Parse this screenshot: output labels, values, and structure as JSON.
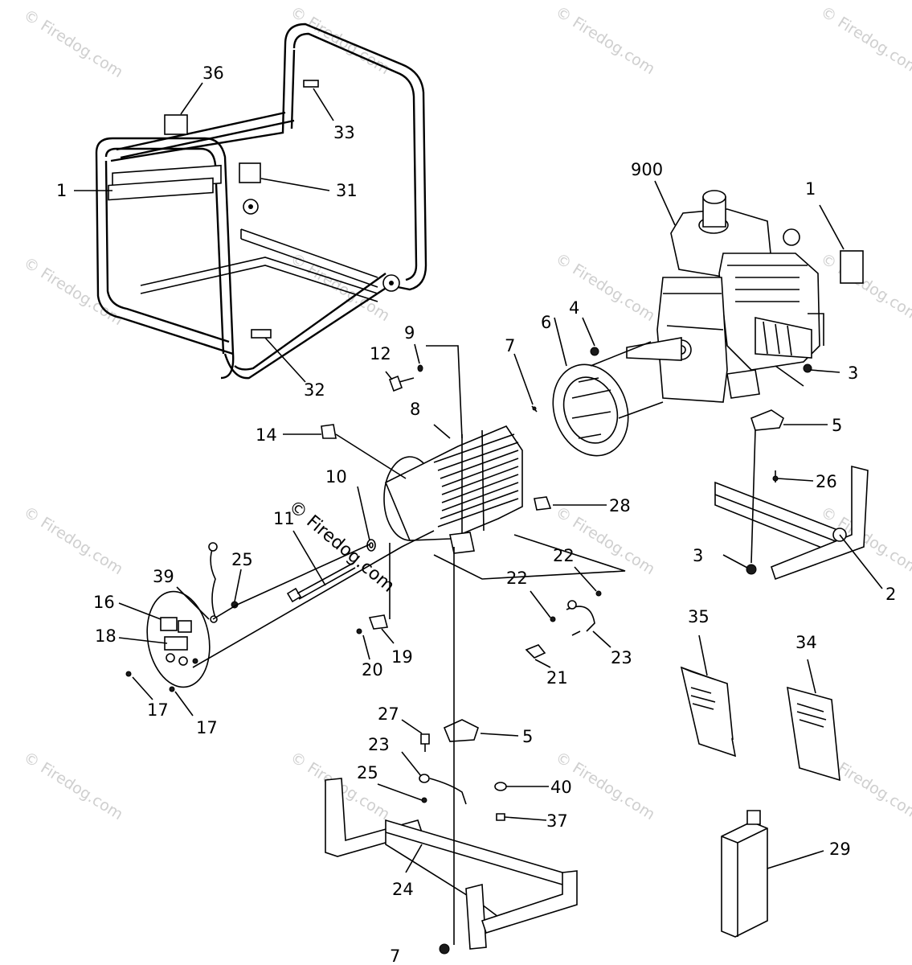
{
  "watermark": "© Firedog.com",
  "center_watermark": "© Firedog.com",
  "callouts": {
    "c36": "36",
    "c33": "33",
    "c1a": "1",
    "c31": "31",
    "c32": "32",
    "c900": "900",
    "c1b": "1",
    "c3a": "3",
    "c5a": "5",
    "c26": "26",
    "c3b": "3",
    "c2": "2",
    "c4": "4",
    "c6": "6",
    "c7": "7",
    "c9": "9",
    "c12": "12",
    "c8": "8",
    "c14": "14",
    "c28": "28",
    "c10": "10",
    "c11": "11",
    "c25a": "25",
    "c39": "39",
    "c16": "16",
    "c18": "18",
    "c17a": "17",
    "c17b": "17",
    "c20": "20",
    "c19": "19",
    "c22a": "22",
    "c22b": "22",
    "c21": "21",
    "c23a": "23",
    "c27": "27",
    "c23b": "23",
    "c25b": "25",
    "c5b": "5",
    "c40": "40",
    "c37": "37",
    "c24": "24",
    "c7b": "7",
    "c35": "35",
    "c34": "34",
    "c29": "29"
  }
}
